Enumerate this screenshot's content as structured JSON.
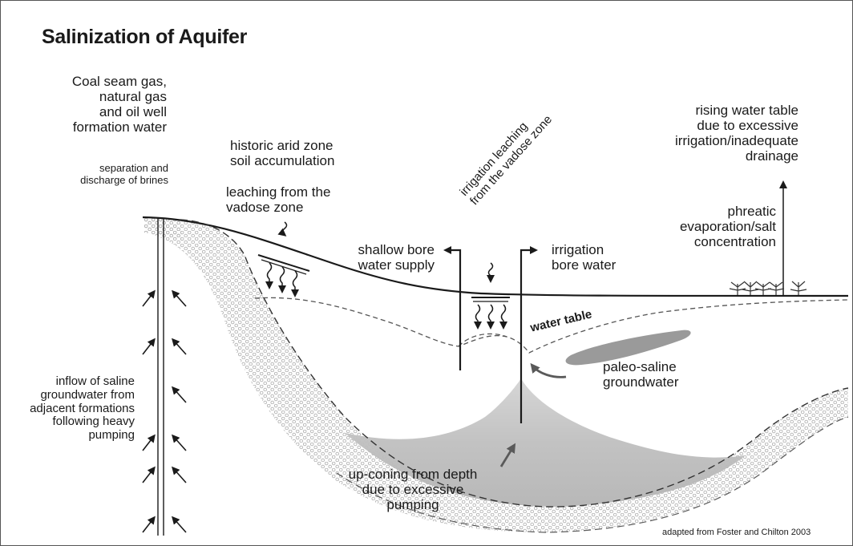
{
  "title": "Salinization of Aquifer",
  "labels": {
    "coal_seam": "Coal seam gas,\nnatural gas\nand oil well\nformation water",
    "separation": "separation and\ndischarge of brines",
    "historic_arid": "historic arid zone\nsoil accumulation",
    "leaching_vadose": "leaching from the\nvadose zone",
    "irrigation_leaching": "irrigation leaching\nfrom the vadose zone",
    "rising_water_table": "rising water table\ndue to excessive\nirrigation/inadequate\ndrainage",
    "phreatic": "phreatic\nevaporation/salt\nconcentration",
    "shallow_bore": "shallow bore\nwater supply",
    "irrigation_bore": "irrigation\nbore water",
    "water_table": "water table",
    "paleo_saline": "paleo-saline\ngroundwater",
    "inflow_saline": "inflow of saline\ngroundwater from\nadjacent formations\nfollowing heavy\npumping",
    "upconing": "up-coning from depth\ndue to excessive\npumping",
    "credit": "adapted from Foster and Chilton 2003"
  },
  "colors": {
    "line": "#1a1a1a",
    "stipple": "#b0b0b0",
    "saline_fill": "#bdbdbd",
    "paleo_fill": "#9a9a9a"
  }
}
